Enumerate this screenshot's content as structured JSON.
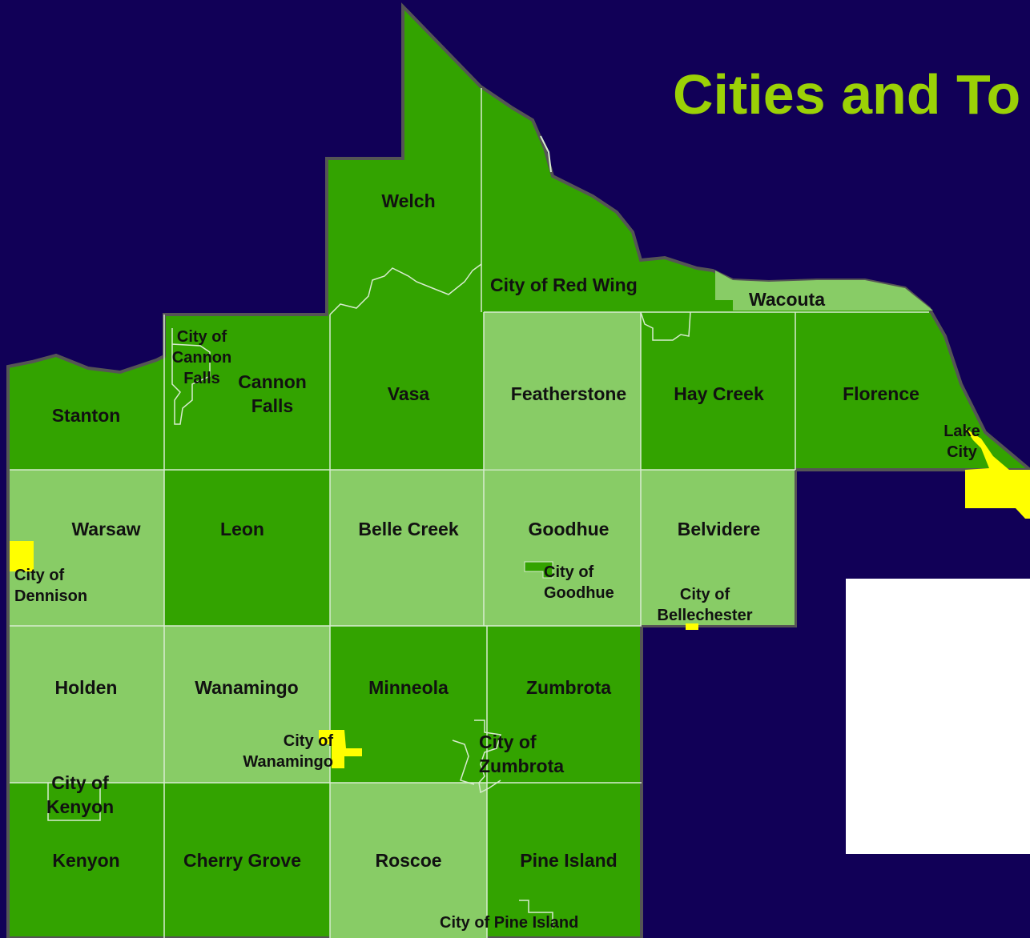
{
  "title": "Cities and To",
  "colors": {
    "background": "#110057",
    "dark_green": "#33a300",
    "light_green": "#88cc66",
    "city_yellow": "#ffff00",
    "title_green": "#9bd106",
    "border": "#555555"
  },
  "townships": {
    "welch": "Welch",
    "stanton": "Stanton",
    "cannon_falls": "Cannon\nFalls",
    "vasa": "Vasa",
    "featherstone": "Featherstone",
    "hay_creek": "Hay Creek",
    "florence": "Florence",
    "wacouta": "Wacouta",
    "warsaw": "Warsaw",
    "leon": "Leon",
    "belle_creek": "Belle Creek",
    "goodhue": "Goodhue",
    "belvidere": "Belvidere",
    "holden": "Holden",
    "wanamingo": "Wanamingo",
    "minneola": "Minneola",
    "zumbrota": "Zumbrota",
    "kenyon": "Kenyon",
    "cherry_grove": "Cherry Grove",
    "roscoe": "Roscoe",
    "pine_island": "Pine Island"
  },
  "cities": {
    "red_wing": "City of Red Wing",
    "cannon_falls": "City of\nCannon\nFalls",
    "lake_city": "Lake\nCity",
    "dennison": "City of\nDennison",
    "goodhue": "City of\nGoodhue",
    "bellechester": "City of\nBellechester",
    "wanamingo": "City of\nWanamingo",
    "zumbrota": "City of\nZumbrota",
    "kenyon": "City of\nKenyon",
    "pine_island": "City of Pine Island"
  }
}
